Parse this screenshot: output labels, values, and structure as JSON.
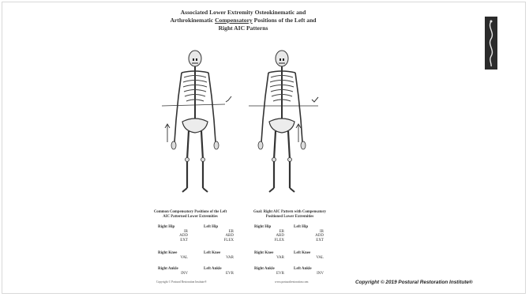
{
  "slide": {
    "title_line1": "Associated Lower Extremity Osteokinematic and",
    "title_line2_pre": "Arthrokinematic",
    "title_line2_underlined": "Compensatory",
    "title_line2_post": "Positions of the Left and",
    "title_line3": "Right AIC Patterns",
    "copyright": "Copyright © 2019 Postural Restoration Institute®",
    "logo_icon": "spine-logo-icon"
  },
  "left_panel": {
    "caption_line1": "Common Compensatory Positions of the Left",
    "caption_line2": "AIC Patterned Lower Extremities",
    "right_hip": {
      "title": "Right Hip",
      "values": [
        "IR",
        "ADD",
        "EXT"
      ]
    },
    "left_hip": {
      "title": "Left Hip",
      "values": [
        "ER",
        "ABD",
        "FLEX"
      ]
    },
    "right_knee": {
      "title": "Right Knee",
      "values": [
        "VAL"
      ]
    },
    "left_knee": {
      "title": "Left Knee",
      "values": [
        "VAR"
      ]
    },
    "right_ankle": {
      "title": "Right Ankle",
      "values": [
        "INV"
      ]
    },
    "left_ankle": {
      "title": "Left Ankle",
      "values": [
        "EVR"
      ]
    },
    "footer": "Copyright © Postural Restoration Institute®"
  },
  "right_panel": {
    "caption_line1": "Goal: Right AIC Pattern with Compensatory",
    "caption_line2": "Positioned Lower Extremities",
    "right_hip": {
      "title": "Right Hip",
      "values": [
        "ER",
        "ABD",
        "FLEX"
      ]
    },
    "left_hip": {
      "title": "Left Hip",
      "values": [
        "IR",
        "ADD",
        "EXT"
      ]
    },
    "right_knee": {
      "title": "Right Knee",
      "values": [
        "VAR"
      ]
    },
    "left_knee": {
      "title": "Left Knee",
      "values": [
        "VAL"
      ]
    },
    "right_ankle": {
      "title": "Right Ankle",
      "values": [
        "EVR"
      ]
    },
    "left_ankle": {
      "title": "Left Ankle",
      "values": [
        "INV"
      ]
    },
    "footer": "www.posturalrestoration.com"
  }
}
